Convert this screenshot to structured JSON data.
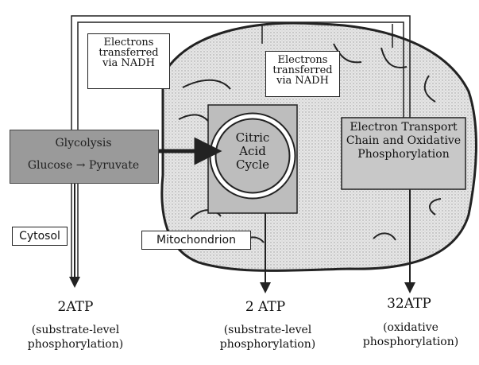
{
  "labels": {
    "electrons_left": "Electrons transferred via NADH",
    "electrons_right": "Electrons transferred via NADH",
    "glycolysis": "Glycolysis",
    "glucose_pyruvate": "Glucose → Pyruvate",
    "citric_acid_cycle": "Citric Acid Cycle",
    "etc": "Electron Transport Chain and Oxidative Phosphorylation",
    "cytosol": "Cytosol",
    "mitochondrion": "Mitochondrion"
  },
  "outputs": [
    {
      "atp": "2ATP",
      "note_line1": "(substrate-level",
      "note_line2": "phosphorylation)"
    },
    {
      "atp": "2 ATP",
      "note_line1": "(substrate-level",
      "note_line2": "phosphorylation)"
    },
    {
      "atp": "32ATP",
      "note_line1": "(oxidative",
      "note_line2": "phosphorylation)"
    }
  ],
  "colors": {
    "shading": "#cfcfcf",
    "dark_shading": "#9a9a9a",
    "lines": "#222222"
  }
}
